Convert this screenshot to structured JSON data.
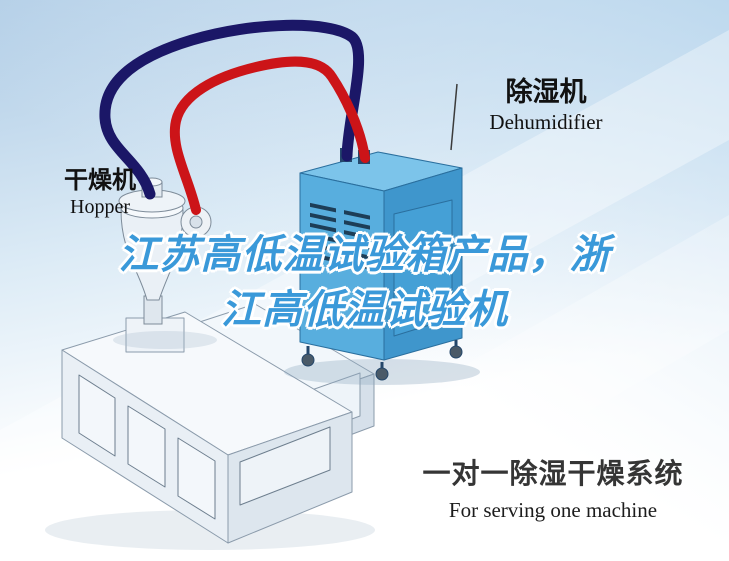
{
  "labels": {
    "dehumidifier_zh": "除湿机",
    "dehumidifier_en": "Dehumidifier",
    "hopper_zh": "干燥机",
    "hopper_en": "Hopper"
  },
  "watermark": {
    "line1": "江苏高低温试验箱产品，浙",
    "line2": "江高低温试验机"
  },
  "caption": {
    "zh": "一对一除湿干燥系统",
    "en": "For serving one machine"
  },
  "colors": {
    "watermark_blue": "#3a99d9",
    "pipe_navy": "#1b1767",
    "pipe_red": "#cc1418",
    "machine_blue": "#54abdd",
    "machine_blue_dark": "#3f96cc",
    "machine_blue_light": "#7cc4ea",
    "background_blue": "#b9d5ec",
    "caption_dark": "#353535"
  }
}
